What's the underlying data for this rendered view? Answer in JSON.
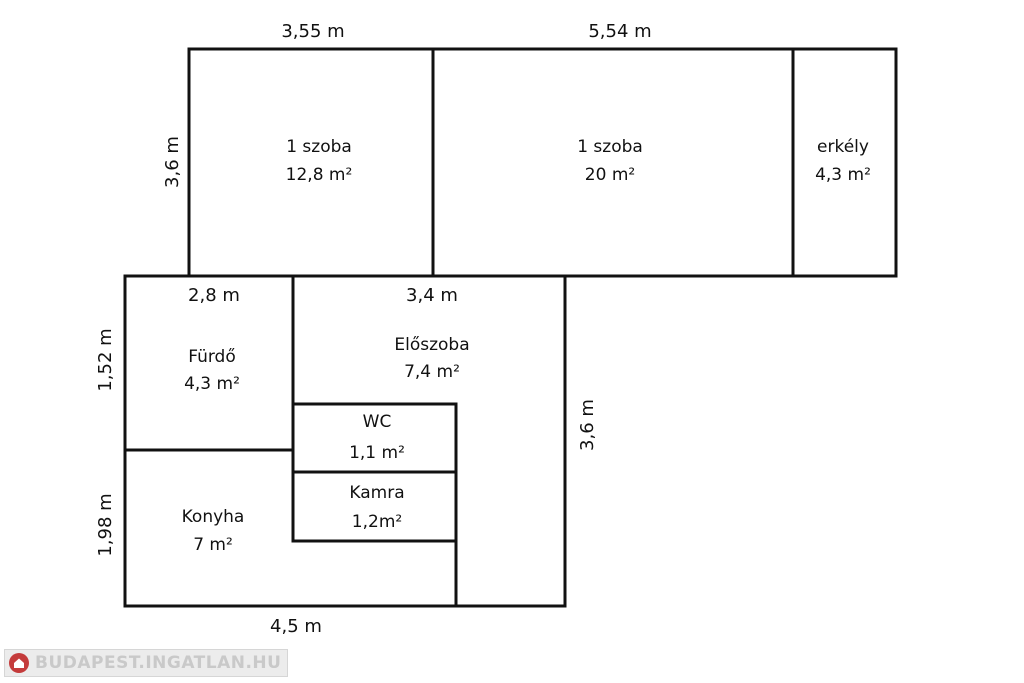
{
  "rooms": [
    {
      "id": "szoba1",
      "name": "1 szoba",
      "area": "12,8 m²"
    },
    {
      "id": "szoba2",
      "name": "1 szoba",
      "area": "20 m²"
    },
    {
      "id": "erkely",
      "name": "erkély",
      "area": "4,3 m²"
    },
    {
      "id": "furdo",
      "name": "Fürdő",
      "area": "4,3 m²"
    },
    {
      "id": "eloszoba",
      "name": "Előszoba",
      "area": "7,4 m²"
    },
    {
      "id": "wc",
      "name": "WC",
      "area": "1,1 m²"
    },
    {
      "id": "kamra",
      "name": "Kamra",
      "area": "1,2m²"
    },
    {
      "id": "konyha",
      "name": "Konyha",
      "area": "7 m²"
    }
  ],
  "dimensions": {
    "top_left_width": "3,55 m",
    "top_right_width": "5,54 m",
    "top_height": "3,6 m",
    "furdo_width": "2,8 m",
    "eloszoba_width": "3,4 m",
    "furdo_height": "1,52 m",
    "konyha_height": "1,98 m",
    "bottom_width": "4,5 m",
    "right_height": "3,6 m"
  },
  "watermark": {
    "text": "BUDAPEST.INGATLAN.HU",
    "icon": "house-logo-icon"
  },
  "colors": {
    "wall": "#111111",
    "text": "#111111",
    "watermark_text": "#c9c9c9",
    "logo": "#c43b3b"
  }
}
